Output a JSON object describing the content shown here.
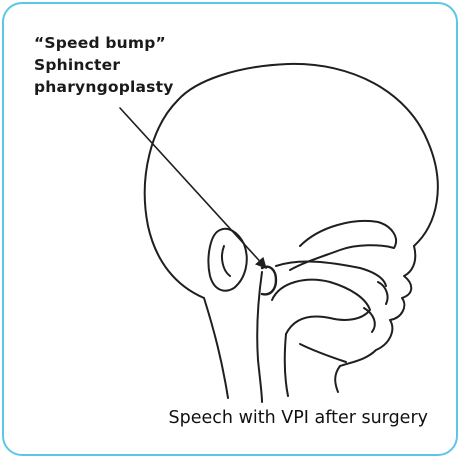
{
  "colors": {
    "frame_border": "#5cc7e4",
    "line_art": "#1f1f1f",
    "text": "#111111"
  },
  "annotation": {
    "line1": "“Speed bump”",
    "line2": "Sphincter",
    "line3": "pharyngoplasty"
  },
  "caption": "Speech with VPI after surgery"
}
